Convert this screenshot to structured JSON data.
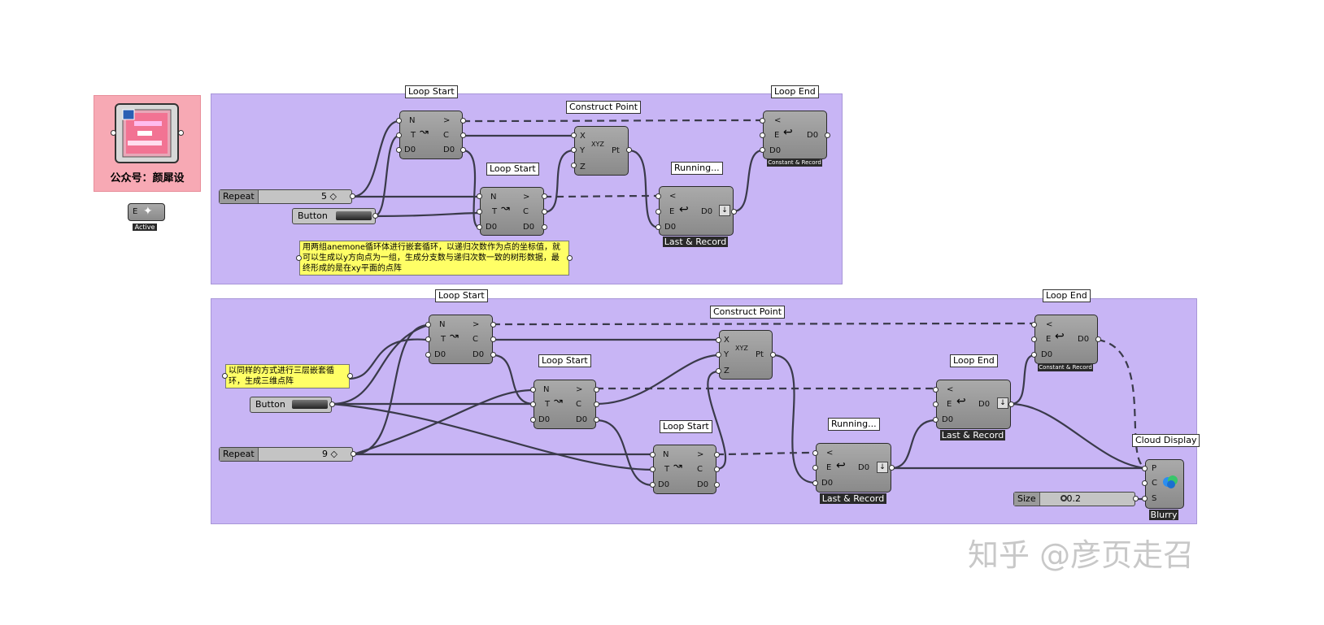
{
  "sidebar": {
    "badge_label": "公众号：颜犀设",
    "active_input": "E",
    "active_label": "Active"
  },
  "group1": {
    "loop_start_a": {
      "tag": "Loop Start",
      "inputs": [
        "N",
        "T",
        "D0"
      ],
      "outputs": [
        ">",
        "C",
        "D0"
      ]
    },
    "loop_start_b": {
      "tag": "Loop Start",
      "inputs": [
        "N",
        "T",
        "D0"
      ],
      "outputs": [
        ">",
        "C",
        "D0"
      ]
    },
    "construct_point": {
      "tag": "Construct Point",
      "inputs": [
        "X",
        "Y",
        "Z"
      ],
      "output": "Pt",
      "icon_text": "XYZ"
    },
    "loop_end": {
      "tag": "Loop End",
      "inputs": [
        "<",
        "E",
        "D0"
      ],
      "output": "D0",
      "footer": "Constant & Record"
    },
    "running": {
      "tag": "Running...",
      "inputs": [
        "<",
        "E",
        "D0"
      ],
      "output": "D0",
      "footer": "Last & Record"
    },
    "repeat_slider": {
      "name": "Repeat",
      "value": "5 ◇"
    },
    "button": {
      "name": "Button"
    },
    "note": "用两组anemone循环体进行嵌套循环，以递归次数作为点的坐标值，就可以生成以y方向点为一组，生成分支数与递归次数一致的树形数据，最终形成的是在xy平面的点阵"
  },
  "group2": {
    "loop_start_a": {
      "tag": "Loop Start",
      "inputs": [
        "N",
        "T",
        "D0"
      ],
      "outputs": [
        ">",
        "C",
        "D0"
      ]
    },
    "loop_start_b": {
      "tag": "Loop Start",
      "inputs": [
        "N",
        "T",
        "D0"
      ],
      "outputs": [
        ">",
        "C",
        "D0"
      ]
    },
    "loop_start_c": {
      "tag": "Loop Start",
      "inputs": [
        "N",
        "T",
        "D0"
      ],
      "outputs": [
        ">",
        "C",
        "D0"
      ]
    },
    "construct_point": {
      "tag": "Construct Point",
      "inputs": [
        "X",
        "Y",
        "Z"
      ],
      "output": "Pt",
      "icon_text": "XYZ"
    },
    "loop_end_top": {
      "tag": "Loop End",
      "inputs": [
        "<",
        "E",
        "D0"
      ],
      "output": "D0",
      "footer": "Constant & Record"
    },
    "loop_end_mid": {
      "tag": "Loop End",
      "inputs": [
        "<",
        "E",
        "D0"
      ],
      "output": "D0",
      "footer": "Last & Record"
    },
    "running": {
      "tag": "Running...",
      "inputs": [
        "<",
        "E",
        "D0"
      ],
      "output": "D0",
      "footer": "Last & Record"
    },
    "cloud_display": {
      "tag": "Cloud Display",
      "inputs": [
        "P",
        "C",
        "S"
      ],
      "footer": "Blurry"
    },
    "size_slider": {
      "name": "Size",
      "value": "0.2"
    },
    "repeat_slider": {
      "name": "Repeat",
      "value": "9 ◇"
    },
    "button": {
      "name": "Button"
    },
    "note": "以同样的方式进行三层嵌套循环，生成三维点阵"
  },
  "watermark": "知乎 @彦页走召",
  "colors": {
    "group_fill": "#c8b5f5",
    "pink_group": "#f7a9b4",
    "note_fill": "#ffff66",
    "wire": "#3a3a4a"
  }
}
